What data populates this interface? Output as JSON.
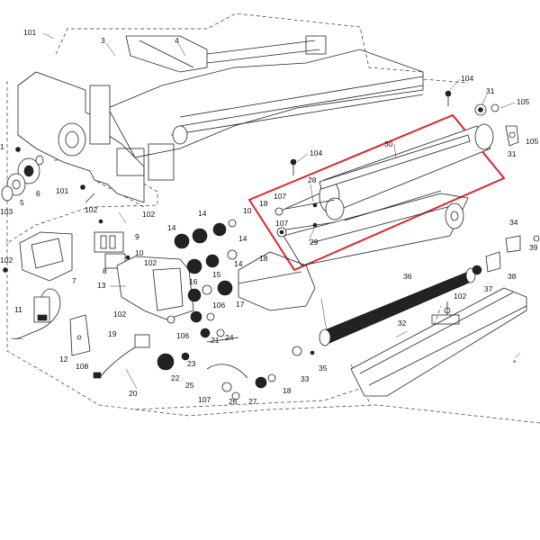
{
  "highlight_color": "#d9272e",
  "callouts": {
    "c101a": "101",
    "c3": "3",
    "c4": "4",
    "c104a": "104",
    "c31a": "31",
    "c105a": "105",
    "c105b": "105",
    "c31b": "31",
    "c30": "30",
    "c104b": "104",
    "c1": "1",
    "c5": "5",
    "c6": "6",
    "c103": "103",
    "c101b": "101",
    "c28": "28",
    "c107a": "107",
    "c18a": "18",
    "c107b": "107",
    "c29": "29",
    "c102a": "102",
    "c102b": "102",
    "c14a": "14",
    "c14b": "14",
    "c14c": "14",
    "c14d": "14",
    "c9": "9",
    "c10a": "10",
    "c10b": "10",
    "c8": "8",
    "c102c": "102",
    "c102d": "102",
    "c15": "15",
    "c16": "16",
    "c18b": "18",
    "c102e": "102",
    "c7": "7",
    "c13": "13",
    "c17": "17",
    "c11": "11",
    "c102f": "102",
    "c19": "19",
    "c106a": "106",
    "c21": "21",
    "c106b": "106",
    "c12": "12",
    "c108": "108",
    "c20": "20",
    "c23": "23",
    "c24": "24",
    "c22": "22",
    "c25": "25",
    "c107c": "107",
    "c26": "26",
    "c27": "27",
    "c18c": "18",
    "c33": "33",
    "c35": "35",
    "c34": "34",
    "c36": "36",
    "c37": "37",
    "c38": "38",
    "c39": "39",
    "c102g": "102",
    "c32": "32",
    "star": "*"
  }
}
